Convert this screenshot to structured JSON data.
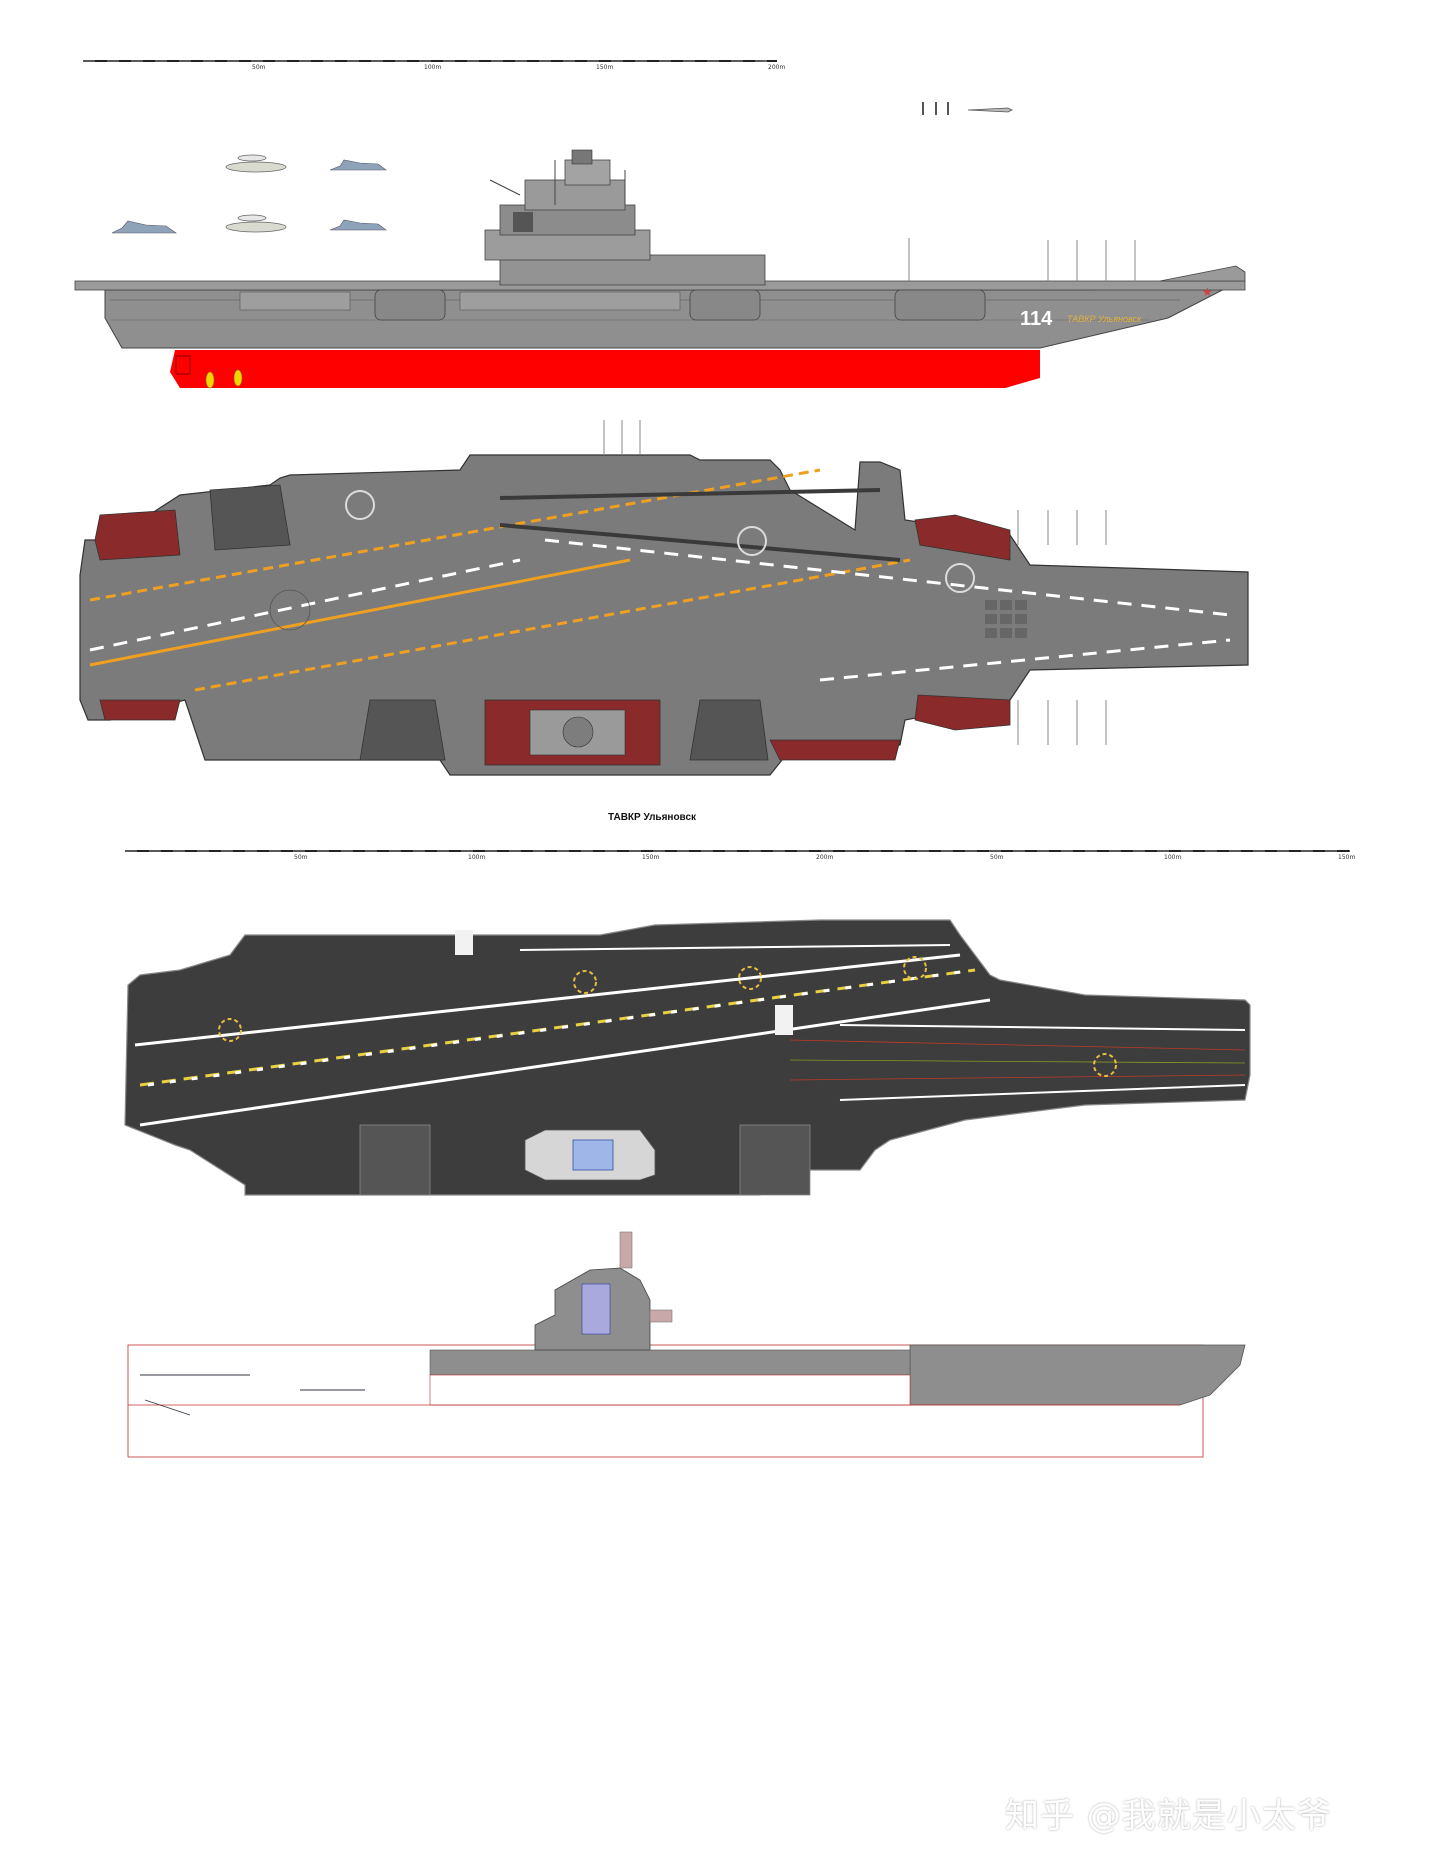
{
  "top_ruler": {
    "ticks": [
      "50m",
      "100m",
      "150m",
      "200m"
    ]
  },
  "middle_ruler": {
    "ticks": [
      "50m",
      "100m",
      "150m",
      "200m",
      "50m",
      "100m",
      "150m"
    ]
  },
  "side_view": {
    "hull_number": "114",
    "ship_name": "ТАВКР Ульяновск"
  },
  "caption": "ТАВКР Ульяновск",
  "watermark": "知乎 @我就是小太爷",
  "colors": {
    "hull_gray": "#8f8f8f",
    "deck_gray": "#7b7b7b",
    "antifouling_red": "#ff0000",
    "deck_marking_yellow": "#f0a020",
    "island_maroon": "#8b2a2a",
    "dark_deck": "#3d3d3d"
  }
}
